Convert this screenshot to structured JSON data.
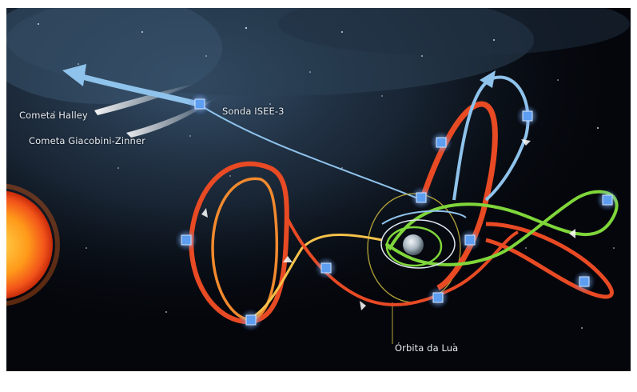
{
  "labels": {
    "comet_halley": "Cometa Halley",
    "comet_giacobini": "Cometa Giacobini-Zinner",
    "probe": "Sonda ISEE-3",
    "moon_orbit": "Órbita da Lua"
  },
  "colors": {
    "space": "#04060b",
    "nebula": "#2e4660",
    "sun_core": "#ff9a1a",
    "sun_edge": "#e8320a",
    "earth": "#b9c6cf",
    "path_red": "#e84a24",
    "path_orange": "#f28a2e",
    "path_yellow": "#f5c24a",
    "path_blue": "#8fc3ec",
    "path_green": "#7fd63a",
    "moon_orbit": "#b5a43a",
    "probe_marker": "#5e9ef0"
  },
  "icons": [
    "sun",
    "earth",
    "moon-orbit",
    "comet-tail",
    "spacecraft-marker",
    "trajectory-arrow"
  ]
}
